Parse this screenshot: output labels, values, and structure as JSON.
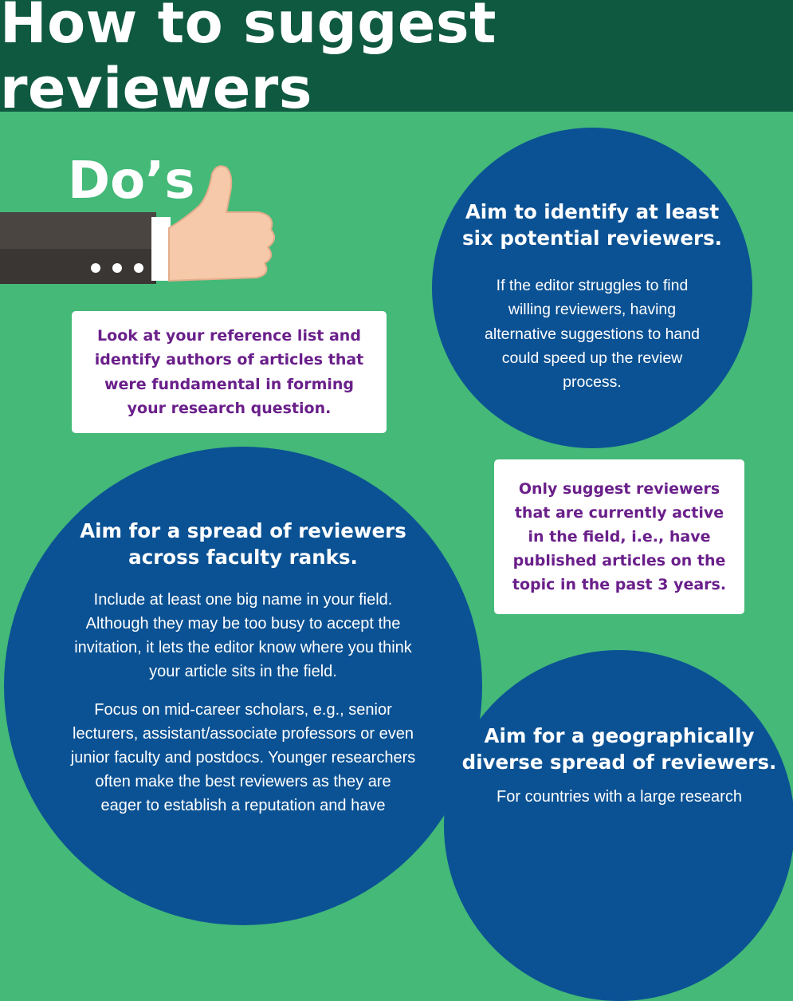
{
  "header": {
    "title": "How to suggest reviewers"
  },
  "dos_label": "Do’s",
  "icons": {
    "thumb": "thumbs-up-icon"
  },
  "colors": {
    "background": "#44b978",
    "header": "#0f5940",
    "circle": "#0b5294",
    "box_text": "#6a1f8a"
  },
  "circle_top_right": {
    "heading": [
      "Aim to identify at least",
      "six potential reviewers."
    ],
    "body": [
      "If the editor struggles to find",
      "willing reviewers, having",
      "alternative suggestions to hand",
      "could speed up the review",
      "process."
    ]
  },
  "box_reference": {
    "lines": [
      "Look at your reference list and",
      "identify authors of articles that",
      "were fundamental in forming",
      "your research question."
    ]
  },
  "box_active": {
    "lines": [
      "Only suggest reviewers",
      "that are currently active",
      "in the field, i.e., have",
      "published articles on the",
      "topic in the past 3 years."
    ]
  },
  "circle_left": {
    "heading": [
      "Aim for a spread of reviewers",
      "across faculty ranks."
    ],
    "para1": [
      "Include at least one big name in your field.",
      "Although they may be too busy to accept the",
      "invitation, it lets the editor know where you think",
      "your article sits in the field."
    ],
    "para2": [
      "Focus on mid-career scholars, e.g., senior",
      "lecturers, assistant/associate professors or even",
      "junior faculty and postdocs. Younger researchers",
      "often make the best reviewers as they are",
      "eager to establish a reputation and have"
    ]
  },
  "circle_bottom_right": {
    "heading": [
      "Aim for a geographically",
      "diverse spread of reviewers."
    ],
    "body": [
      "For countries with a large research"
    ]
  }
}
